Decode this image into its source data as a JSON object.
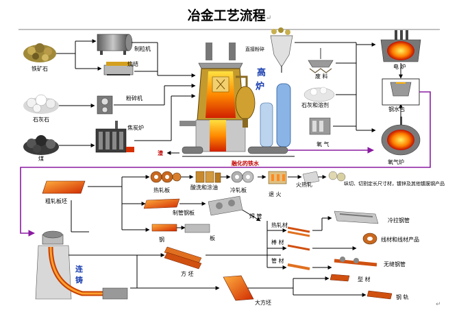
{
  "title": "冶金工艺流程",
  "title_mark": "↵",
  "end_mark": "↵",
  "raw_materials": {
    "iron_ore": "铁矿石",
    "limestone": "石灰石",
    "coal": "煤"
  },
  "processes": {
    "pelletizer": "制粒机",
    "sinter": "烧结",
    "crusher": "粉碎机",
    "coke_oven": "焦炭炉",
    "coal_injection": "直接粉碎",
    "blast_furnace_1": "高",
    "blast_furnace_2": "炉",
    "slag": "渣",
    "molten_iron": "融化的铁水",
    "scrap": "废  料",
    "lime_flux": "石灰和溶剂",
    "oxygen": "氧  气",
    "electric_furnace": "电  炉",
    "ladle": "钢水包",
    "oxygen_furnace": "氧气炉"
  },
  "rolling": {
    "rough_slab": "粗轧板坯",
    "hot_sheet": "热轧板",
    "pickling": "酸洗和涂油",
    "cold_sheet": "冷轧板",
    "annealing": "退  火",
    "hot_coil": "火热轧",
    "finishing": "纵切、切割定长尺寸材，镀锌及其他镀膜钢产品",
    "welded_pipe_plate": "制管钢板",
    "plate_a": "钢",
    "plate_b": "板",
    "welded_pipe": "焊  管",
    "billet": "方  坯",
    "hot_rolled": "热轧材",
    "bar": "棒  材",
    "tube": "管  材",
    "cold_drawn_tube": "冷拉钢管",
    "wire": "线材和线材产品",
    "seamless_tube": "无缝钢管",
    "continuous_1": "连",
    "continuous_2": "铸",
    "bloom": "大方坯",
    "section": "型  材",
    "rail": "钢  轨"
  }
}
